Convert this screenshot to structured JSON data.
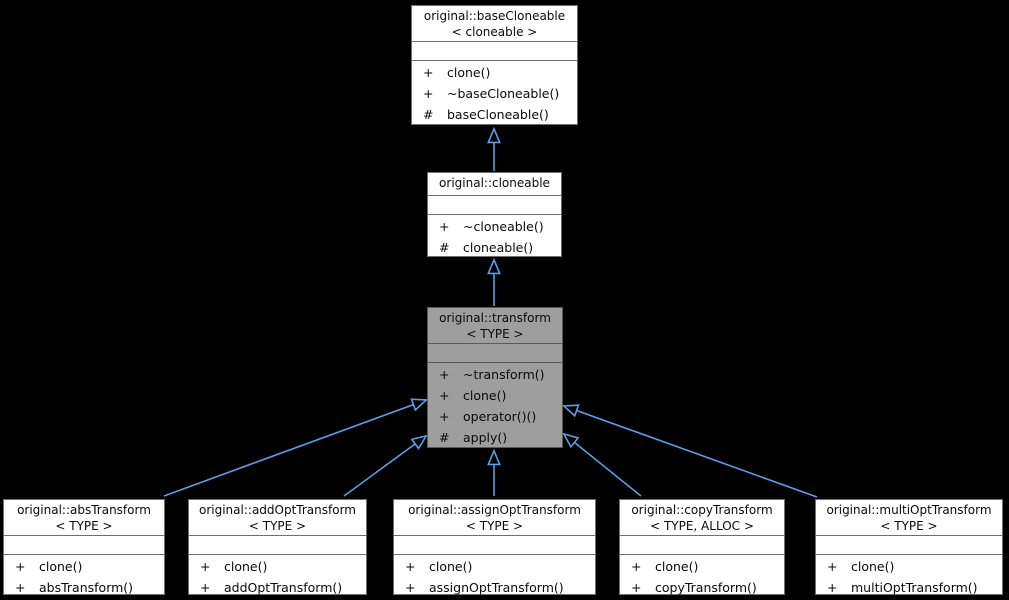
{
  "diagram": {
    "type": "uml-class-inheritance",
    "colors": {
      "background": "#000000",
      "node_fill": "#ffffff",
      "highlight_node_fill": "#9e9e9e",
      "node_border": "#6e6e6e",
      "arrow": "#5e9de6",
      "text": "#0a0a0a"
    },
    "classes": [
      {
        "id": "baseCloneable",
        "title_lines": [
          "original::baseCloneable",
          "< cloneable >"
        ],
        "methods": [
          {
            "vis": "+",
            "name": "clone()"
          },
          {
            "vis": "+",
            "name": "~baseCloneable()"
          },
          {
            "vis": "#",
            "name": "baseCloneable()"
          }
        ]
      },
      {
        "id": "cloneable",
        "title_lines": [
          "original::cloneable"
        ],
        "methods": [
          {
            "vis": "+",
            "name": "~cloneable()"
          },
          {
            "vis": "#",
            "name": "cloneable()"
          }
        ]
      },
      {
        "id": "transform",
        "title_lines": [
          "original::transform",
          "< TYPE >"
        ],
        "highlighted": true,
        "methods": [
          {
            "vis": "+",
            "name": "~transform()"
          },
          {
            "vis": "+",
            "name": "clone()"
          },
          {
            "vis": "+",
            "name": "operator()()"
          },
          {
            "vis": "#",
            "name": "apply()"
          }
        ]
      },
      {
        "id": "absTransform",
        "title_lines": [
          "original::absTransform",
          "< TYPE >"
        ],
        "methods": [
          {
            "vis": "+",
            "name": "clone()"
          },
          {
            "vis": "+",
            "name": "absTransform()"
          }
        ]
      },
      {
        "id": "addOptTransform",
        "title_lines": [
          "original::addOptTransform",
          "< TYPE >"
        ],
        "methods": [
          {
            "vis": "+",
            "name": "clone()"
          },
          {
            "vis": "+",
            "name": "addOptTransform()"
          }
        ]
      },
      {
        "id": "assignOptTransform",
        "title_lines": [
          "original::assignOptTransform",
          "< TYPE >"
        ],
        "methods": [
          {
            "vis": "+",
            "name": "clone()"
          },
          {
            "vis": "+",
            "name": "assignOptTransform()"
          }
        ]
      },
      {
        "id": "copyTransform",
        "title_lines": [
          "original::copyTransform",
          "< TYPE, ALLOC >"
        ],
        "methods": [
          {
            "vis": "+",
            "name": "clone()"
          },
          {
            "vis": "+",
            "name": "copyTransform()"
          }
        ]
      },
      {
        "id": "multiOptTransform",
        "title_lines": [
          "original::multiOptTransform",
          "< TYPE >"
        ],
        "methods": [
          {
            "vis": "+",
            "name": "clone()"
          },
          {
            "vis": "+",
            "name": "multiOptTransform()"
          }
        ]
      }
    ],
    "edges": [
      {
        "from": "cloneable",
        "to": "baseCloneable",
        "kind": "inheritance"
      },
      {
        "from": "transform",
        "to": "cloneable",
        "kind": "inheritance"
      },
      {
        "from": "absTransform",
        "to": "transform",
        "kind": "inheritance"
      },
      {
        "from": "addOptTransform",
        "to": "transform",
        "kind": "inheritance"
      },
      {
        "from": "assignOptTransform",
        "to": "transform",
        "kind": "inheritance"
      },
      {
        "from": "copyTransform",
        "to": "transform",
        "kind": "inheritance"
      },
      {
        "from": "multiOptTransform",
        "to": "transform",
        "kind": "inheritance"
      }
    ]
  }
}
